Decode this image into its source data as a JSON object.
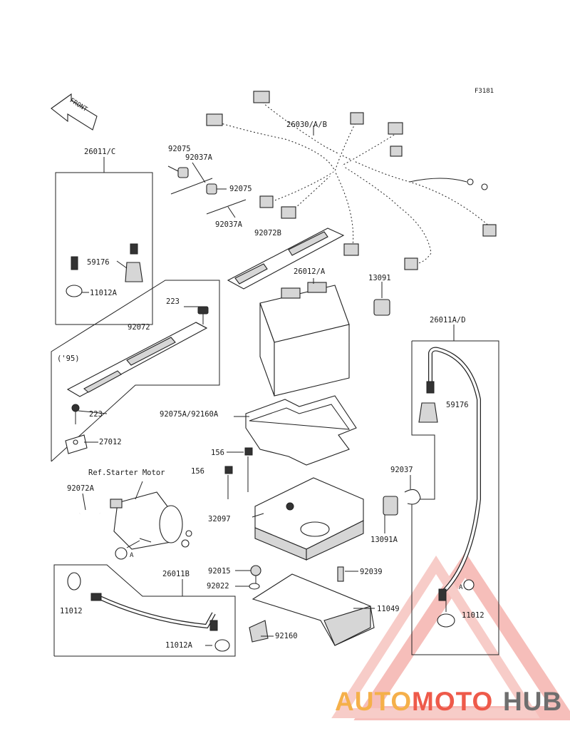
{
  "figure_id": "F3181",
  "front_label": "FRONT",
  "callout_marker": "A",
  "reference_label": "Ref.Starter Motor",
  "variant_note": "('95)",
  "parts": {
    "p26030": "26030/A/B",
    "p26011c": "26011/C",
    "p92075_top": "92075",
    "p92037a_top": "92037A",
    "p92075_mid": "92075",
    "p92037a_bot": "92037A",
    "p92072b": "92072B",
    "p59176_left": "59176",
    "p11012a_left": "11012A",
    "p26012a": "26012/A",
    "p13091": "13091",
    "p223_top": "223",
    "p92072": "92072",
    "p26011ad": "26011A/D",
    "p223_bot": "223",
    "p59176_right": "59176",
    "p92075a": "92075A/92160A",
    "p27012": "27012",
    "p156_a": "156",
    "p156_b": "156",
    "p92037": "92037",
    "p92072a": "92072A",
    "p32097": "32097",
    "p13091a": "13091A",
    "p92015": "92015",
    "p92039": "92039",
    "p26011b": "26011B",
    "p92022": "92022",
    "p11049": "11049",
    "p11012_left": "11012",
    "p11012_right": "11012",
    "p92160": "92160",
    "p11012a_bot": "11012A"
  },
  "watermark": {
    "part1": "AUTO",
    "part2": "MOTO",
    "part3": "HUB",
    "color1": "#f5b04a",
    "color2": "#ee5a4a",
    "color3": "#6e6e6e"
  }
}
